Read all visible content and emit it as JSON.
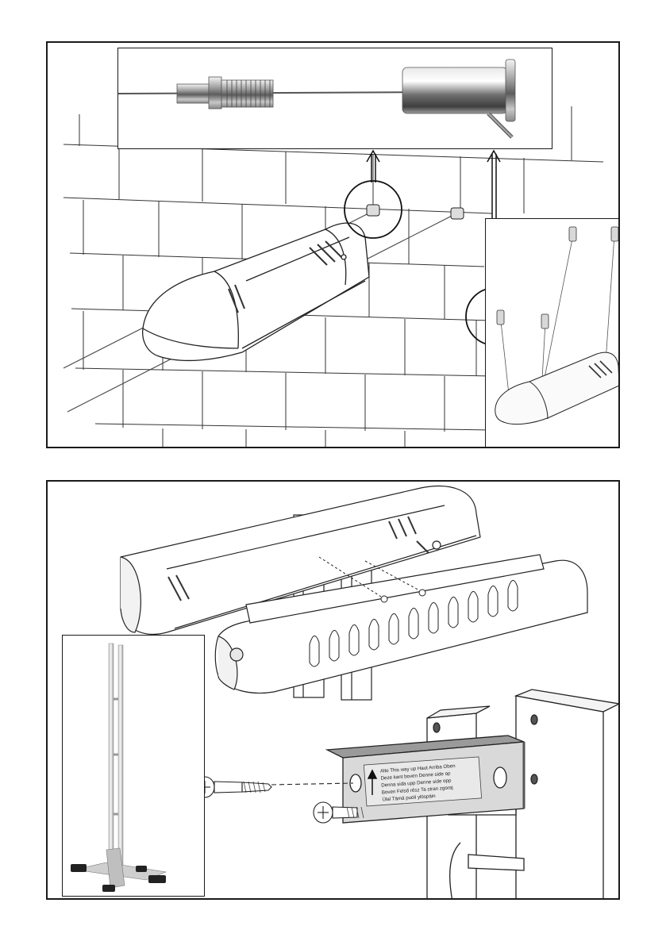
{
  "page": {
    "description_visible": false
  },
  "bracket_label": {
    "lines": [
      "Alto This way up Haut  Arriba  Oben",
      "Deze kant boven  Denne side op",
      "Denna sida upp  Denne side opp",
      "Boven  Felső rész  Ta stran zgoraj",
      "Ülal  Tämä puoli ylöspäin"
    ]
  },
  "icons": {
    "arrow_up": "arrow-up-icon",
    "screw_head": "phillips-screw-icon"
  }
}
